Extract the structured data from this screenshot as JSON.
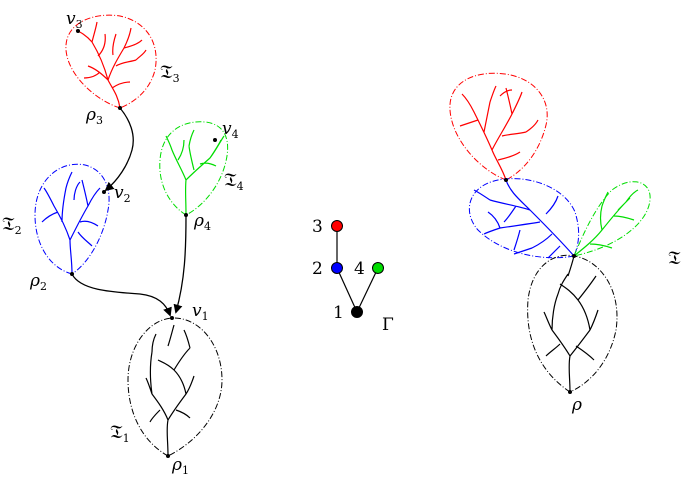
{
  "colors": {
    "red": "#ff0000",
    "blue": "#0000ff",
    "green": "#00dd00",
    "black": "#000000"
  },
  "labels": {
    "v3": {
      "base": "v",
      "sub": "3"
    },
    "T3": {
      "base": "𝔗",
      "sub": "3"
    },
    "rho3": {
      "base": "ρ",
      "sub": "3"
    },
    "v4": {
      "base": "v",
      "sub": "4"
    },
    "T4": {
      "base": "𝔗",
      "sub": "4"
    },
    "rho4": {
      "base": "ρ",
      "sub": "4"
    },
    "v2": {
      "base": "v",
      "sub": "2"
    },
    "T2": {
      "base": "𝔗",
      "sub": "2"
    },
    "rho2": {
      "base": "ρ",
      "sub": "2"
    },
    "v1": {
      "base": "v",
      "sub": "1"
    },
    "T1": {
      "base": "𝔗",
      "sub": "1"
    },
    "rho1": {
      "base": "ρ",
      "sub": "1"
    },
    "gamma_nodes": {
      "n1": "1",
      "n2": "2",
      "n3": "3",
      "n4": "4"
    },
    "gamma": "Γ",
    "rho": "ρ",
    "T": "𝔗"
  }
}
